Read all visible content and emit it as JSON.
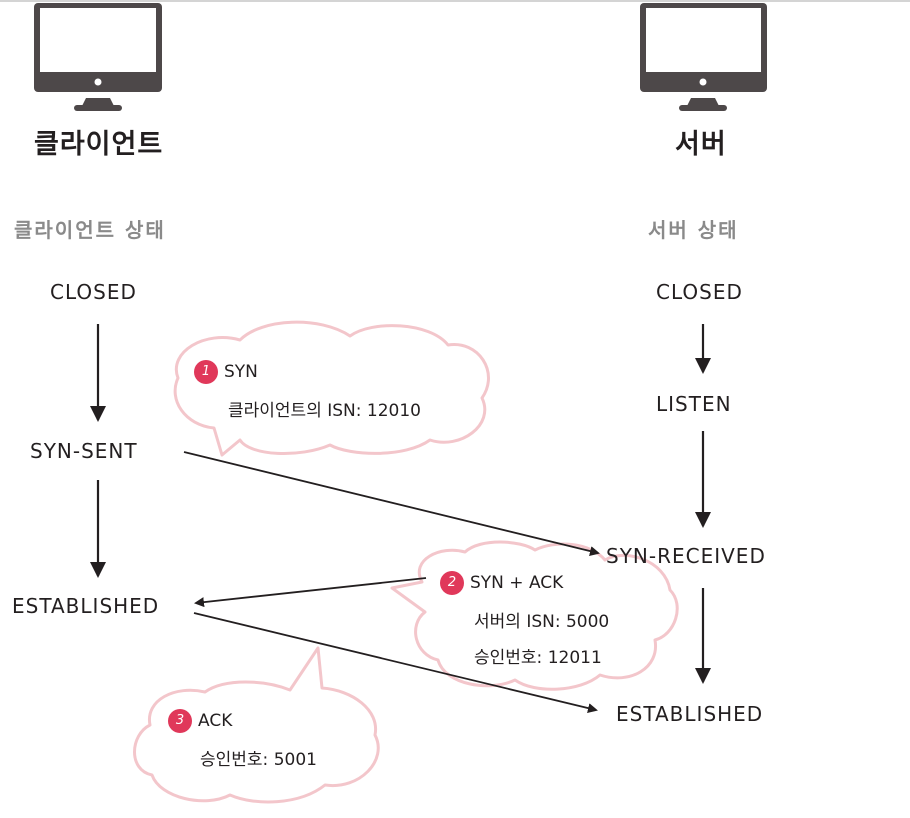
{
  "colors": {
    "monitor": "#4d4849",
    "text": "#231f20",
    "state_header": "#8a8a8a",
    "cloud_outline": "#f3c6cb",
    "badge": "#e0385a"
  },
  "client": {
    "icon": "monitor-icon",
    "title": "클라이언트",
    "state_header": "클라이언트 상태",
    "states": [
      "CLOSED",
      "SYN-SENT",
      "ESTABLISHED"
    ]
  },
  "server": {
    "icon": "monitor-icon",
    "title": "서버",
    "state_header": "서버 상태",
    "states": [
      "CLOSED",
      "LISTEN",
      "SYN-RECEIVED",
      "ESTABLISHED"
    ]
  },
  "messages": [
    {
      "step": "1",
      "direction": "client-to-server",
      "from_state": "SYN-SENT",
      "to_state": "SYN-RECEIVED",
      "lines": [
        "SYN",
        "클라이언트의 ISN: 12010"
      ]
    },
    {
      "step": "2",
      "direction": "server-to-client",
      "from_state": "SYN-RECEIVED",
      "to_state": "ESTABLISHED",
      "lines": [
        "SYN + ACK",
        "서버의 ISN: 5000",
        "승인번호: 12011"
      ]
    },
    {
      "step": "3",
      "direction": "client-to-server",
      "from_state": "ESTABLISHED",
      "to_state": "ESTABLISHED",
      "lines": [
        "ACK",
        "승인번호: 5001"
      ]
    }
  ]
}
